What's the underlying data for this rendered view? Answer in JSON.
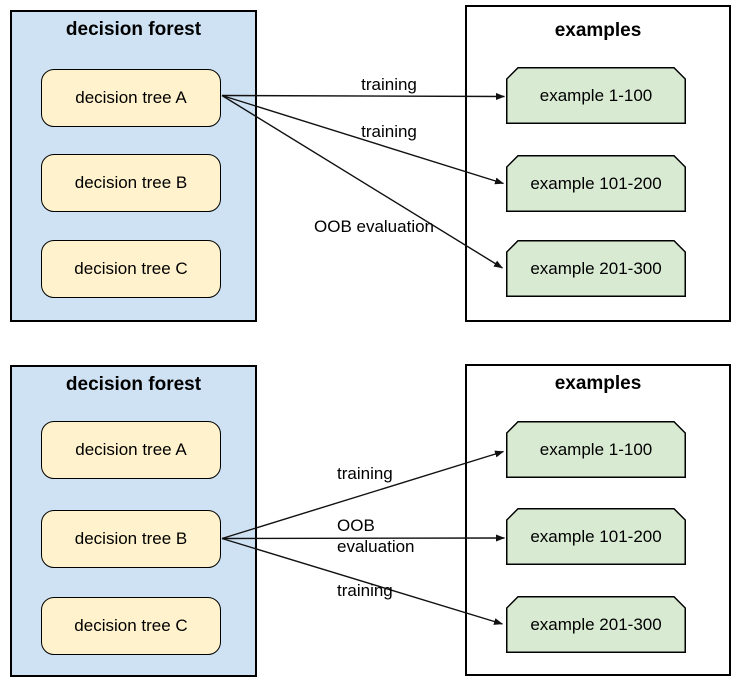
{
  "colors": {
    "forest_fill": "#cfe2f3",
    "tree_fill": "#fff2cc",
    "example_fill": "#d9ead3",
    "border": "#000000",
    "arrow": "#111111"
  },
  "diagrams": [
    {
      "forest": {
        "title": "decision forest",
        "trees": [
          "decision tree A",
          "decision tree B",
          "decision tree C"
        ]
      },
      "examples": {
        "title": "examples",
        "items": [
          "example 1-100",
          "example 101-200",
          "example 201-300"
        ]
      },
      "arrows": [
        {
          "source": "decision tree A",
          "target": "example 1-100",
          "label": "training"
        },
        {
          "source": "decision tree A",
          "target": "example 101-200",
          "label": "training"
        },
        {
          "source": "decision tree A",
          "target": "example 201-300",
          "label": "OOB evaluation"
        }
      ]
    },
    {
      "forest": {
        "title": "decision forest",
        "trees": [
          "decision tree A",
          "decision tree B",
          "decision tree C"
        ]
      },
      "examples": {
        "title": "examples",
        "items": [
          "example 1-100",
          "example 101-200",
          "example 201-300"
        ]
      },
      "arrows": [
        {
          "source": "decision tree B",
          "target": "example 1-100",
          "label": "training"
        },
        {
          "source": "decision tree B",
          "target": "example 101-200",
          "label": "OOB evaluation"
        },
        {
          "source": "decision tree B",
          "target": "example 201-300",
          "label": "training"
        }
      ]
    }
  ]
}
